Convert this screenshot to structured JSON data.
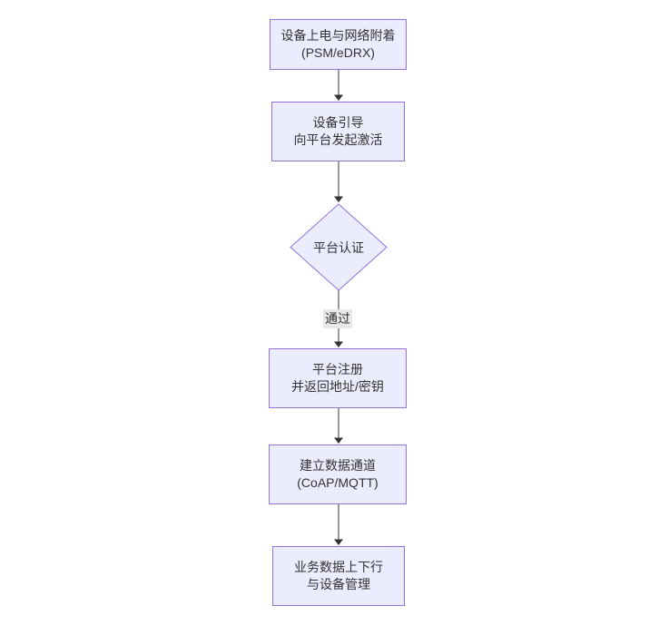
{
  "colors": {
    "canvas_bg": "#ffffff",
    "node_fill": "#ececff",
    "node_border": "#9370db",
    "edge_line": "#333333",
    "arrowhead": "#333333",
    "edge_label_bg": "#e8e8e8",
    "text": "#333333"
  },
  "diagram": {
    "type": "flowchart",
    "direction": "top-down",
    "nodes": [
      {
        "id": "power-network-attach",
        "shape": "rect",
        "lines": [
          "设备上电与网络附着",
          "(PSM/eDRX)"
        ]
      },
      {
        "id": "device-bootstrap",
        "shape": "rect",
        "lines": [
          "设备引导",
          "向平台发起激活"
        ]
      },
      {
        "id": "platform-auth",
        "shape": "diamond",
        "lines": [
          "平台认证"
        ]
      },
      {
        "id": "platform-register",
        "shape": "rect",
        "lines": [
          "平台注册",
          "并返回地址/密钥"
        ]
      },
      {
        "id": "data-channel",
        "shape": "rect",
        "lines": [
          "建立数据通道",
          "(CoAP/MQTT)"
        ]
      },
      {
        "id": "business-data",
        "shape": "rect",
        "lines": [
          "业务数据上下行",
          "与设备管理"
        ]
      }
    ],
    "edges": [
      {
        "from": "power-network-attach",
        "to": "device-bootstrap",
        "label": ""
      },
      {
        "from": "device-bootstrap",
        "to": "platform-auth",
        "label": ""
      },
      {
        "from": "platform-auth",
        "to": "platform-register",
        "label": "通过"
      },
      {
        "from": "platform-register",
        "to": "data-channel",
        "label": ""
      },
      {
        "from": "data-channel",
        "to": "business-data",
        "label": ""
      }
    ]
  }
}
